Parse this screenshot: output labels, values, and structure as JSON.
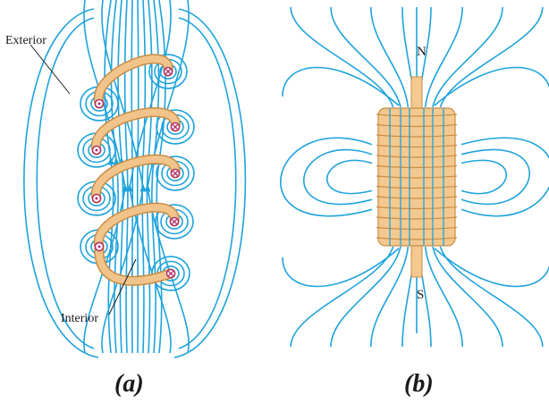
{
  "panel_a": {
    "exterior_label": "Exterior",
    "interior_label": "Interior",
    "caption": "(a)",
    "field_color": "#1fa3dc",
    "coil_color": "#f0c48a",
    "coil_edge_color": "#c98d45",
    "wire_dot_color": "#b0306a"
  },
  "panel_b": {
    "north_label": "N",
    "south_label": "S",
    "caption": "(b)",
    "field_color": "#1fa3dc",
    "coil_color": "#f3c98f",
    "coil_edge_color": "#c98d45"
  }
}
